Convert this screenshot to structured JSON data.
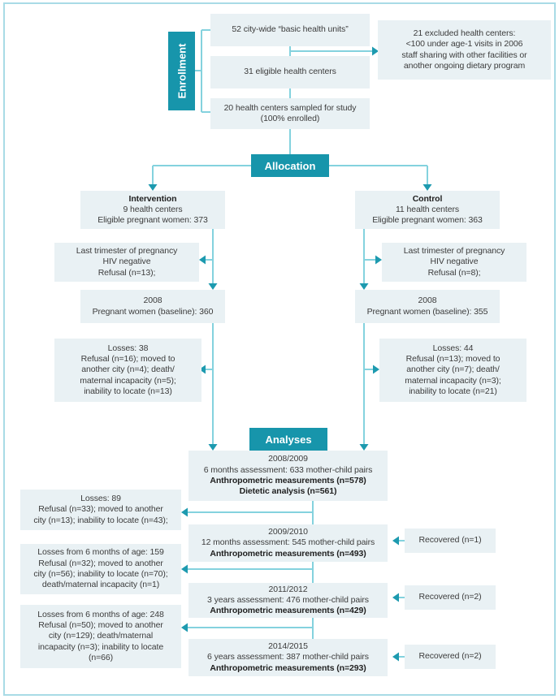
{
  "palette": {
    "stage_bg": "#1795ab",
    "box_bg": "#e9f1f4",
    "line": "#84d2de",
    "arrowhead": "#1d9aaf",
    "text": "#3c3c3c",
    "frame_border": "#a9dbe6"
  },
  "stages": {
    "enrollment": "Enrollment",
    "allocation": "Allocation",
    "analyses": "Analyses"
  },
  "boxes": {
    "bhu": {
      "lines": [
        "52 city-wide “basic health units”"
      ]
    },
    "eligible": {
      "lines": [
        "31 eligible health centers"
      ]
    },
    "sampled": {
      "lines": [
        "20 health centers sampled for study",
        "(100% enrolled)"
      ]
    },
    "excluded": {
      "lines": [
        "21 excluded health centers:",
        "<100 under age-1 visits in 2006",
        "staff sharing with other facilities or",
        "another ongoing dietary program"
      ]
    },
    "intervention": {
      "title": "Intervention",
      "lines": [
        "9 health centers",
        "Eligible pregnant women: 373"
      ]
    },
    "control": {
      "title": "Control",
      "lines": [
        "11 health centers",
        "Eligible pregnant women: 363"
      ]
    },
    "trimester_left": {
      "lines": [
        "Last trimester of pregnancy",
        "HIV negative",
        "Refusal (n=13);"
      ]
    },
    "trimester_right": {
      "lines": [
        "Last trimester of pregnancy",
        "HIV negative",
        "Refusal (n=8);"
      ]
    },
    "baseline_left": {
      "lines": [
        "2008",
        "Pregnant women (baseline): 360"
      ]
    },
    "baseline_right": {
      "lines": [
        "2008",
        "Pregnant women (baseline): 355"
      ]
    },
    "losses_left": {
      "lines": [
        "Losses: 38",
        "Refusal (n=16); moved to",
        "another city (n=4); death/",
        "maternal incapacity (n=5);",
        "inability to locate (n=13)"
      ]
    },
    "losses_right": {
      "lines": [
        "Losses: 44",
        "Refusal (n=13); moved to",
        "another city (n=7); death/",
        "maternal incapacity (n=3);",
        "inability to locate (n=21)"
      ]
    },
    "assess_6m": {
      "year": "2008/2009",
      "line": "6 months assessment: 633 mother-child pairs",
      "bold": [
        "Anthropometric measurements (n=578)",
        "Dietetic analysis (n=561)"
      ]
    },
    "losses_6m": {
      "lines": [
        "Losses: 89",
        "Refusal (n=33); moved to another",
        "city (n=13); inability to locate (n=43);"
      ]
    },
    "assess_12m": {
      "year": "2009/2010",
      "line": "12 months assessment: 545 mother-child pairs",
      "bold": [
        "Anthropometric measurements (n=493)"
      ]
    },
    "recovered_12m": {
      "lines": [
        "Recovered (n=1)"
      ]
    },
    "losses_3y": {
      "lines": [
        "Losses from 6 months of age: 159",
        "Refusal (n=32); moved to another",
        "city (n=56); inability to locate (n=70);",
        "death/maternal incapacity (n=1)"
      ]
    },
    "assess_3y": {
      "year": "2011/2012",
      "line": "3 years assessment: 476 mother-child pairs",
      "bold": [
        "Anthropometric measurements (n=429)"
      ]
    },
    "recovered_3y": {
      "lines": [
        "Recovered (n=2)"
      ]
    },
    "losses_6y": {
      "lines": [
        "Losses from 6 months of age: 248",
        "Refusal (n=50); moved to another",
        "city (n=129); death/maternal",
        "incapacity (n=3); inability to locate",
        "(n=66)"
      ]
    },
    "assess_6y": {
      "year": "2014/2015",
      "line": "6 years assessment: 387 mother-child pairs",
      "bold": [
        "Anthropometric measurements (n=293)"
      ]
    },
    "recovered_6y": {
      "lines": [
        "Recovered (n=2)"
      ]
    }
  }
}
